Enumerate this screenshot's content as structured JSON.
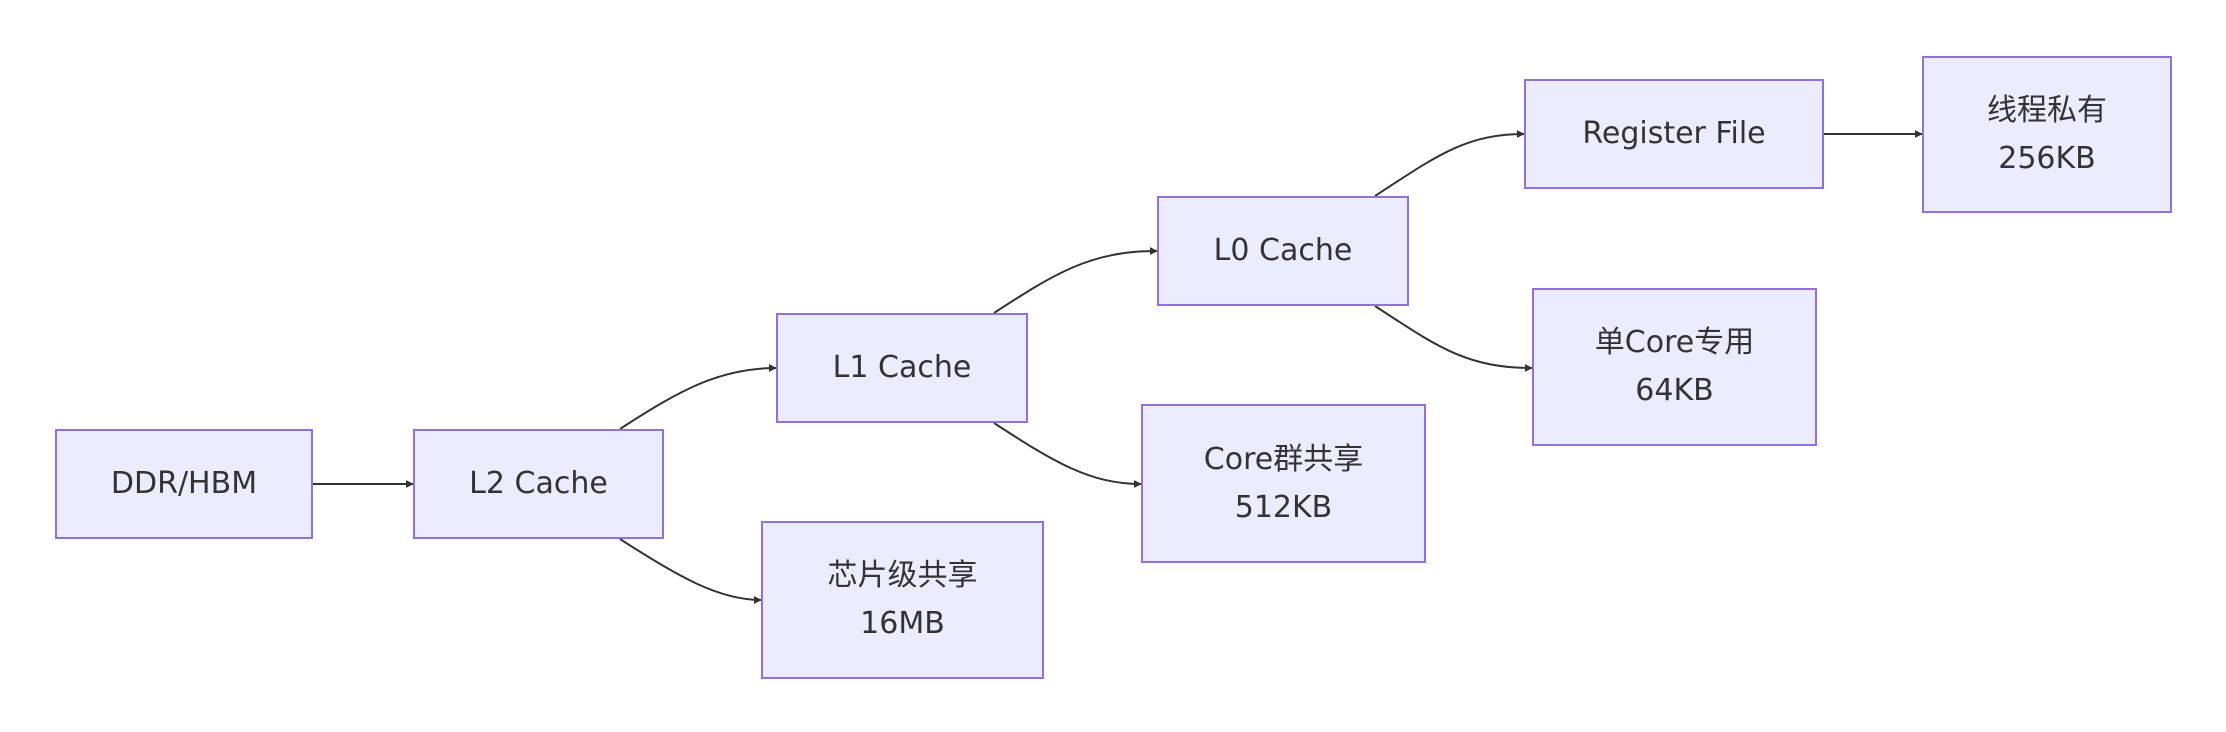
{
  "diagram": {
    "type": "flowchart",
    "direction": "LR",
    "colors": {
      "node_fill": "#ECECFF",
      "node_border": "#9370DB",
      "edge": "#333333",
      "text": "#333333"
    },
    "nodes": {
      "ddr_hbm": {
        "lines": [
          "DDR/HBM"
        ]
      },
      "l2_cache": {
        "lines": [
          "L2 Cache"
        ]
      },
      "l2_note": {
        "lines": [
          "芯片级共享",
          "16MB"
        ]
      },
      "l1_cache": {
        "lines": [
          "L1 Cache"
        ]
      },
      "l1_note": {
        "lines": [
          "Core群共享",
          "512KB"
        ]
      },
      "l0_cache": {
        "lines": [
          "L0 Cache"
        ]
      },
      "l0_note": {
        "lines": [
          "单Core专用",
          "64KB"
        ]
      },
      "register_file": {
        "lines": [
          "Register File"
        ]
      },
      "reg_note": {
        "lines": [
          "线程私有",
          "256KB"
        ]
      }
    },
    "edges": [
      {
        "from": "ddr_hbm",
        "to": "l2_cache"
      },
      {
        "from": "l2_cache",
        "to": "l1_cache"
      },
      {
        "from": "l2_cache",
        "to": "l2_note"
      },
      {
        "from": "l1_cache",
        "to": "l0_cache"
      },
      {
        "from": "l1_cache",
        "to": "l1_note"
      },
      {
        "from": "l0_cache",
        "to": "register_file"
      },
      {
        "from": "l0_cache",
        "to": "l0_note"
      },
      {
        "from": "register_file",
        "to": "reg_note"
      }
    ]
  }
}
